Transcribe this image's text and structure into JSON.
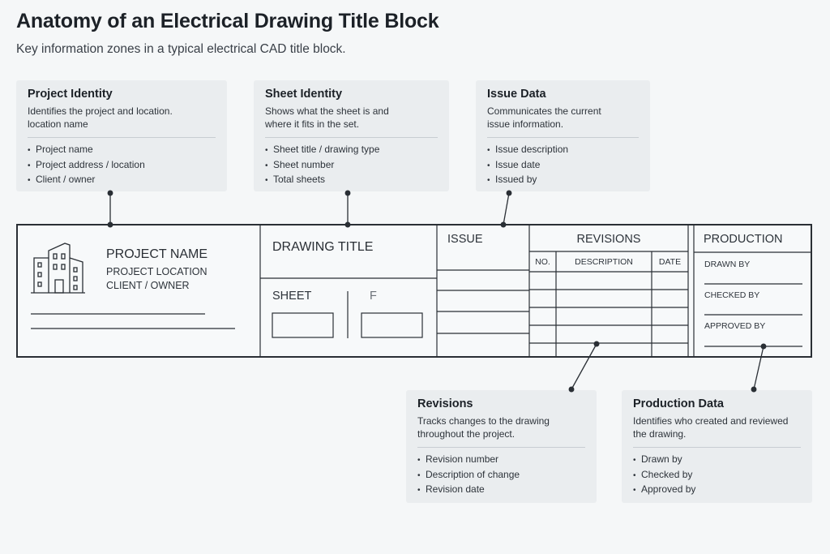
{
  "header": {
    "title": "Anatomy of an Electrical Drawing Title Block",
    "subtitle": "Key information zones in a typical electrical CAD title block."
  },
  "cards": {
    "project_identity": {
      "title": "Project Identity",
      "desc_lines": [
        "Identifies the project and location.",
        "location name"
      ],
      "items": [
        "Project name",
        "Project address / location",
        "Client / owner"
      ]
    },
    "sheet_identity": {
      "title": "Sheet Identity",
      "desc_lines": [
        "Shows what the sheet is and",
        "where it fits in the set."
      ],
      "items": [
        "Sheet title / drawing type",
        "Sheet number",
        "Total sheets"
      ]
    },
    "issue_data": {
      "title": "Issue Data",
      "desc_lines": [
        "Communicates the current",
        "issue information."
      ],
      "items": [
        "Issue description",
        "Issue date",
        "Issued by"
      ]
    },
    "revisions": {
      "title": "Revisions",
      "desc_lines": [
        "Tracks changes to the drawing",
        "throughout the project."
      ],
      "items": [
        "Revision number",
        "Description of change",
        "Revision date"
      ]
    },
    "production_data": {
      "title": "Production Data",
      "desc_lines": [
        "Identifies who created and reviewed",
        "the drawing."
      ],
      "items": [
        "Drawn by",
        "Checked by",
        "Approved by"
      ]
    }
  },
  "title_block": {
    "project_name": "PROJECT NAME",
    "project_location": "PROJECT LOCATION",
    "client_owner": "CLIENT / OWNER",
    "drawing_title": "DRAWING TITLE",
    "sheet_label": "SHEET",
    "of_label": "F",
    "issue_label": "ISSUE",
    "revisions_label": "REVISIONS",
    "rev_columns": [
      "NO.",
      "DESCRIPTION",
      "DATE"
    ],
    "production_label": "PRODUCTION",
    "drawn_by": "DRAWN BY",
    "checked_by": "CHECKED BY",
    "approved_by": "APPROVED BY"
  },
  "colors": {
    "line": "#2a2f35",
    "card_bg": "#eaedef",
    "background": "#f5f7f8"
  },
  "icons": [
    "building-icon"
  ]
}
